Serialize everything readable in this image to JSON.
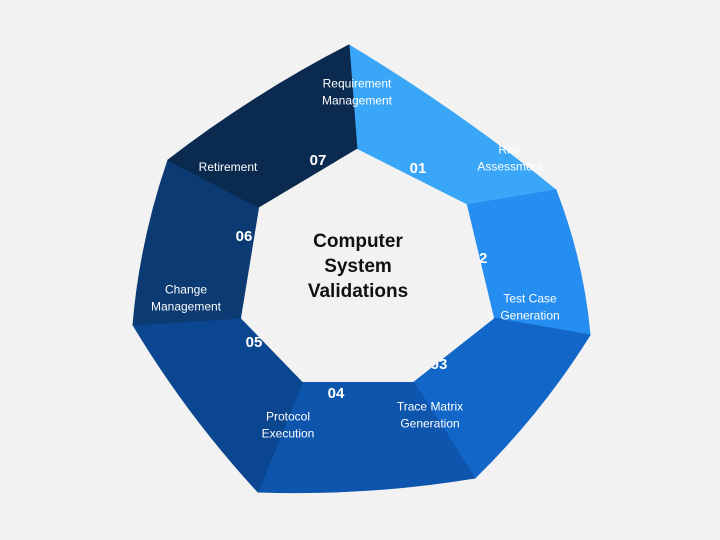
{
  "diagram": {
    "title_lines": [
      "Computer",
      "System",
      "Validations"
    ],
    "steps": [
      {
        "number": "01",
        "label_lines": [
          "Requirement",
          "Management"
        ],
        "color": "#3aa6f7"
      },
      {
        "number": "02",
        "label_lines": [
          "Risk",
          "Assessment"
        ],
        "color": "#258ef0"
      },
      {
        "number": "03",
        "label_lines": [
          "Test Case",
          "Generation"
        ],
        "color": "#1266c8"
      },
      {
        "number": "04",
        "label_lines": [
          "Trace Matrix",
          "Generation"
        ],
        "color": "#0d55ad"
      },
      {
        "number": "05",
        "label_lines": [
          "Protocol",
          "Execution"
        ],
        "color": "#0b4690"
      },
      {
        "number": "06",
        "label_lines": [
          "Change",
          "Management"
        ],
        "color": "#0c3a72"
      },
      {
        "number": "07",
        "label_lines": [
          "Retirement"
        ],
        "color": "#0b2a50"
      }
    ],
    "colors": {
      "background": "#f2f2f2",
      "center_fill": "#f2f2f2",
      "text_on_segments": "#ffffff",
      "center_text": "#111111"
    }
  }
}
